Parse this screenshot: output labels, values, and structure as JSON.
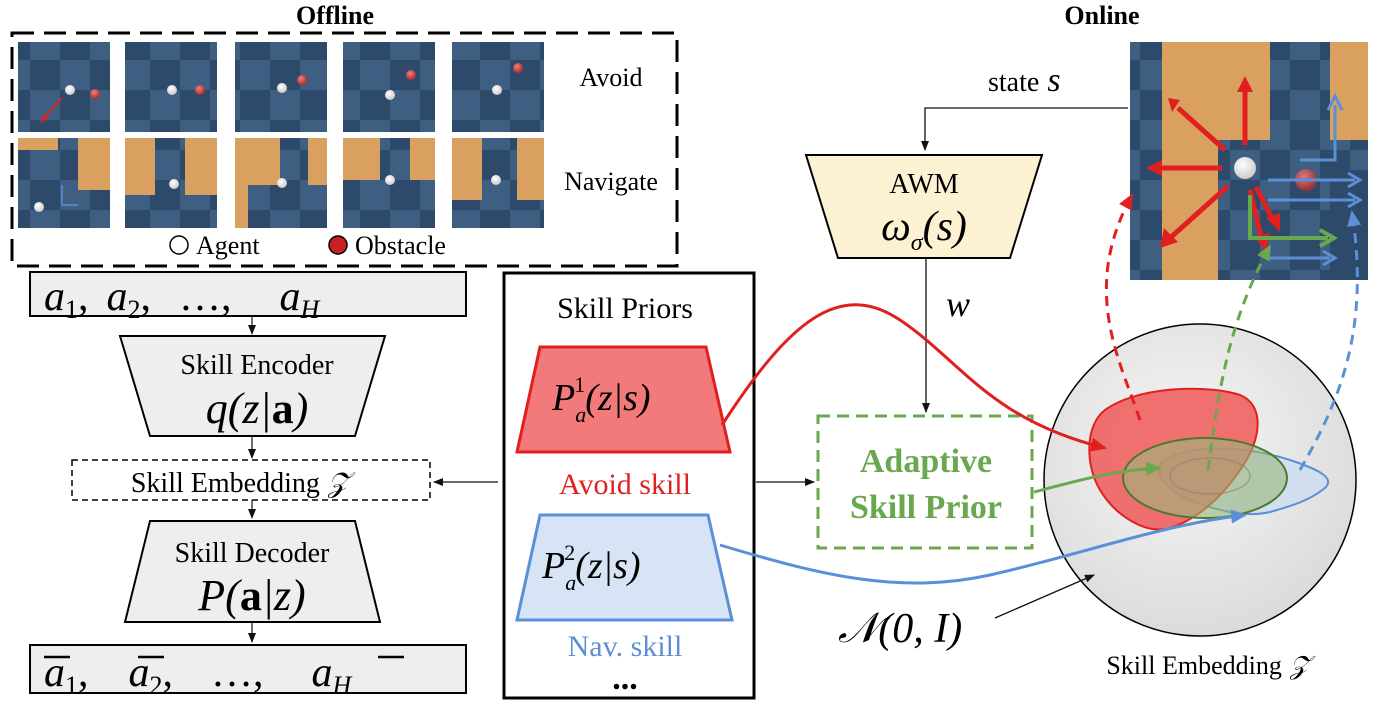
{
  "offline": {
    "title": "Offline",
    "rows": [
      {
        "label": "Avoid"
      },
      {
        "label": "Navigate"
      }
    ],
    "legend": {
      "agent": "Agent",
      "obstacle": "Obstacle"
    }
  },
  "online": {
    "title": "Online"
  },
  "encoder": {
    "actions_label": "a₁, a₂, …, a_H",
    "actions_parts": [
      "a",
      "1",
      ",",
      "a",
      "2",
      ",",
      "…,",
      "a",
      "H"
    ],
    "title": "Skill Encoder",
    "formula": [
      "q(z|",
      "a",
      ")"
    ]
  },
  "embedding_box": {
    "label": "Skill Embedding",
    "symbol": "𝒵"
  },
  "decoder": {
    "title": "Skill Decoder",
    "formula": [
      "P(",
      "a",
      "|z)"
    ],
    "actions_label": "ā₁, ā₂, …, ā_H",
    "actions_parts": [
      "a",
      "1",
      ",",
      "a",
      "2",
      ",",
      "…,",
      "a",
      "H"
    ]
  },
  "priors": {
    "title": "Skill Priors",
    "avoid": {
      "formula": [
        "P",
        "a",
        "1",
        "(z|s)"
      ],
      "label": "Avoid skill",
      "color": "#e02020"
    },
    "nav": {
      "formula": [
        "P",
        "a",
        "2",
        "(z|s)"
      ],
      "label": "Nav. skill",
      "color": "#5b8fd6"
    },
    "more": "..."
  },
  "awm": {
    "state_label": "state",
    "state_symbol": "s",
    "title": "AWM",
    "formula": [
      "ω",
      "σ",
      "(s)"
    ],
    "w_label": "w"
  },
  "adaptive": {
    "line1": "Adaptive",
    "line2": "Skill Prior",
    "color": "#6aa84f"
  },
  "normal": {
    "label": "𝒩(0, I)"
  },
  "embedding_sphere": {
    "label": "Skill Embedding",
    "symbol": "𝒵"
  },
  "colors": {
    "red": "#e02020",
    "blue": "#5b8fd6",
    "green": "#6aa84f",
    "awm_fill": "#fdf1d4",
    "gray_fill": "#eeeeee",
    "floor": "#2d4a6b",
    "floor_light": "#3f5f82",
    "wall": "#d9a060"
  }
}
